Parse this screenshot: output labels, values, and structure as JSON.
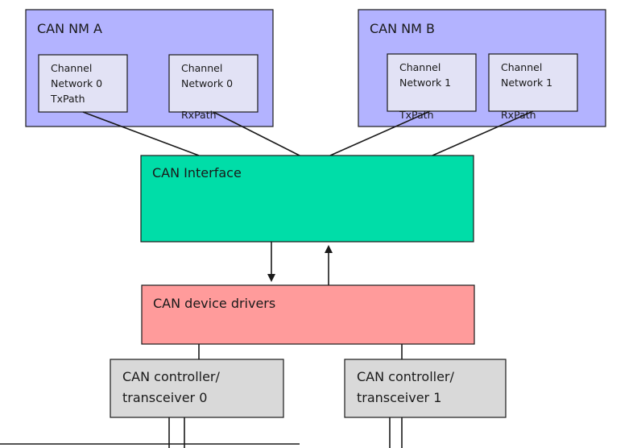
{
  "colors": {
    "nm": "#b3b3ff",
    "channel": "#e2e2f5",
    "interface": "#00dda8",
    "drivers": "#ff9b9b",
    "controller": "#d9d9d9",
    "stroke": "#1a1a1a"
  },
  "nm_a": {
    "title": "CAN NM A",
    "channel_tx": {
      "line1": "Channel",
      "line2": "Network 0",
      "line3": "TxPath"
    },
    "channel_rx": {
      "line1": "Channel",
      "line2": "Network 0",
      "line3": "RxPath"
    }
  },
  "nm_b": {
    "title": "CAN NM B",
    "channel_tx": {
      "line1": "Channel",
      "line2": "Network 1",
      "line3": "TxPath"
    },
    "channel_rx": {
      "line1": "Channel",
      "line2": "Network 1",
      "line3": "RxPath"
    }
  },
  "can_interface": {
    "title": "CAN Interface"
  },
  "can_device_drivers": {
    "title": "CAN device drivers"
  },
  "controller_0": {
    "line1": "CAN controller/",
    "line2": "transceiver 0"
  },
  "controller_1": {
    "line1": "CAN controller/",
    "line2": "transceiver 1"
  }
}
